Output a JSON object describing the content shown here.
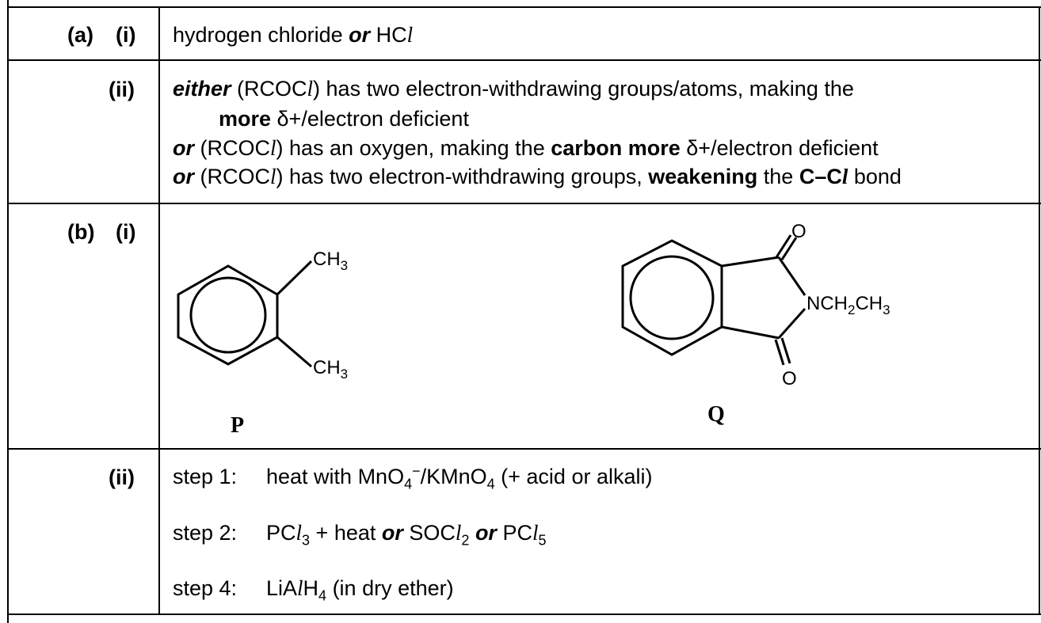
{
  "a": {
    "part_label": "(a)",
    "i": {
      "label": "(i)",
      "t1": "hydrogen chloride ",
      "or": "or",
      "t2": " HC",
      "l": "l"
    },
    "ii": {
      "label": "(ii)",
      "line1": {
        "either": "either",
        "t1": " (RCOC",
        "l": "l",
        "t2": ") has two electron-withdrawing groups/atoms, making the"
      },
      "line2": {
        "more": "more",
        "t1": " δ+/electron deficient"
      },
      "line3": {
        "or": "or",
        "t1": " (RCOC",
        "l": "l",
        "t2": ") has an oxygen, making the ",
        "bold": "carbon more",
        "t3": " δ+/electron deficient"
      },
      "line4": {
        "or": "or",
        "t1": " (RCOC",
        "l": "l",
        "t2": ") has two electron-withdrawing groups, ",
        "bold1": "weakening",
        "t3": " the ",
        "bold2": "C–C",
        "l2": "l",
        "t4": " bond"
      }
    }
  },
  "b": {
    "part_label": "(b)",
    "i": {
      "label": "(i)",
      "P": {
        "ch3_top": "CH",
        "ch3_top_sub": "3",
        "ch3_bot": "CH",
        "ch3_bot_sub": "3",
        "caption": "P"
      },
      "Q": {
        "o_top": "O",
        "o_bot": "O",
        "n_group": "NCH",
        "n_sub1": "2",
        "n_tail": "CH",
        "n_sub2": "3",
        "caption": "Q"
      }
    },
    "ii": {
      "label": "(ii)",
      "step1": {
        "label": "step 1:",
        "t1": "heat with MnO",
        "sub": "4",
        "sup": "−",
        "t2": "/KMnO",
        "sub2": "4",
        "t3": " (+ acid or alkali)"
      },
      "step2": {
        "label": "step 2:",
        "t1": "PC",
        "l1": "l",
        "sub1": "3",
        "t2": " + heat ",
        "or1": "or",
        "t3": " SOC",
        "l2": "l",
        "sub2": "2",
        "or2": "or",
        "t4": " PC",
        "l3": "l",
        "sub3": "5"
      },
      "step4": {
        "label": "step 4:",
        "t1": "LiA",
        "l": "l",
        "t2": "H",
        "sub": "4",
        "t3": " (in dry ether)"
      }
    }
  }
}
